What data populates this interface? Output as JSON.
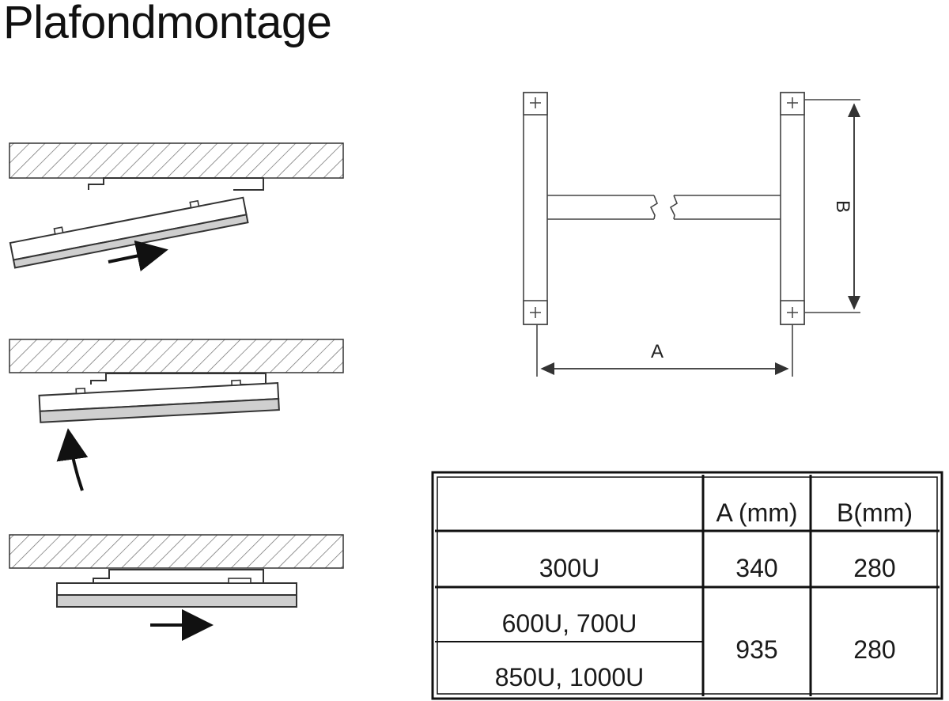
{
  "title": "Plafondmontage",
  "bracket_labels": {
    "a": "A",
    "b": "B"
  },
  "table": {
    "headers": [
      "",
      "A (mm)",
      "B(mm)"
    ],
    "rows": [
      {
        "model": "300U",
        "a": "340",
        "b": "280"
      },
      {
        "model": "600U, 700U",
        "a": "935",
        "b": "280"
      },
      {
        "model": "850U, 1000U",
        "a": "935",
        "b": "280"
      }
    ]
  }
}
